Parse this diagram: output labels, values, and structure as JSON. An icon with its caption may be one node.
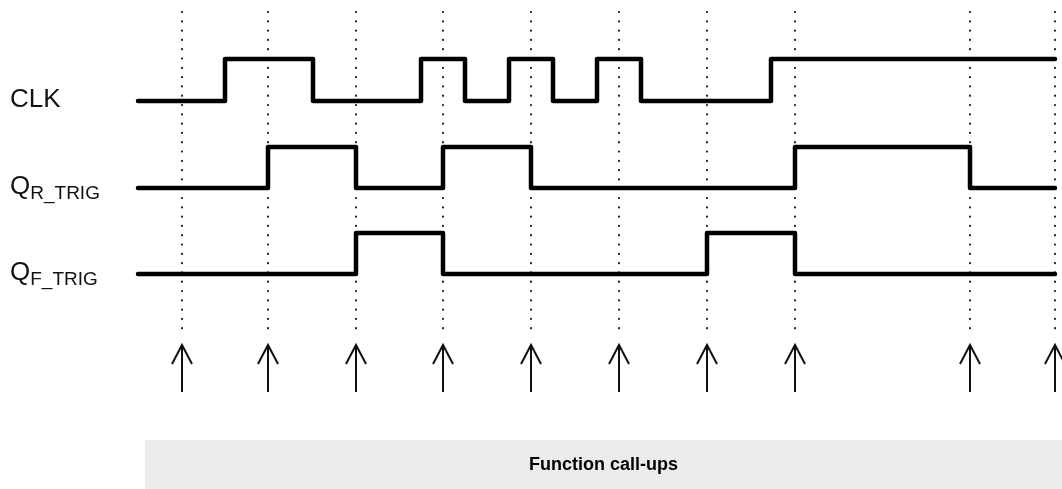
{
  "diagram": {
    "caption": "Function call-ups",
    "labels": [
      "CLK",
      "Q$_{R_TRIG}$",
      "Q$_{F_TRIG}$"
    ]
  }
}
